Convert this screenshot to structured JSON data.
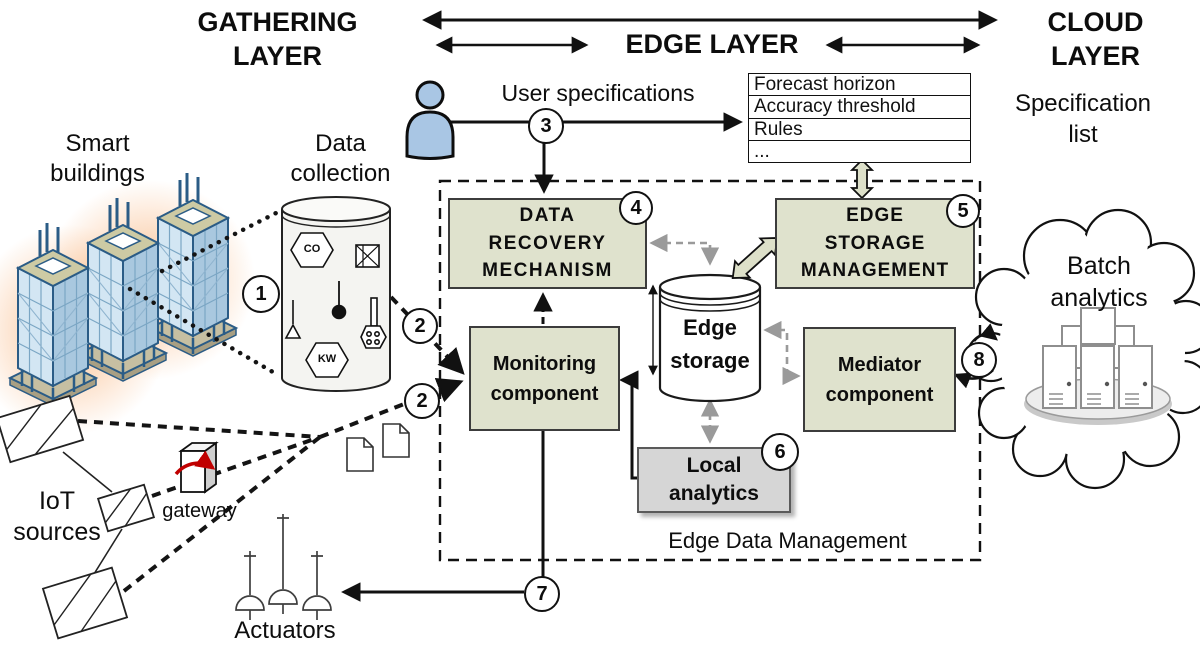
{
  "layers": {
    "gathering": "GATHERING\nLAYER",
    "edge": "EDGE LAYER",
    "cloud": "CLOUD\nLAYER"
  },
  "labels": {
    "user_specifications": "User specifications",
    "specification_list": "Specification\nlist",
    "smart_buildings": "Smart\nbuildings",
    "data_collection": "Data\ncollection",
    "iot_sources": "IoT\nsources",
    "gateway": "gateway",
    "actuators": "Actuators",
    "edge_data_management": "Edge Data Management",
    "batch_analytics": "Batch\nanalytics",
    "edge_storage": "Edge\nstorage"
  },
  "spec_list": {
    "rows": [
      "Forecast horizon",
      "Accuracy threshold",
      "Rules",
      "..."
    ]
  },
  "components": {
    "data_recovery": "DATA\nRECOVERY\nMECHANISM",
    "edge_storage_management": "EDGE\nSTORAGE\nMANAGEMENT",
    "monitoring": "Monitoring\ncomponent",
    "mediator": "Mediator\ncomponent",
    "local_analytics": "Local\nanalytics"
  },
  "steps": {
    "s1": "1",
    "s2": "2",
    "s3": "3",
    "s4": "4",
    "s5": "5",
    "s6": "6",
    "s7": "7",
    "s8": "8"
  },
  "sensors": {
    "co": "CO",
    "kw": "KW"
  },
  "colors": {
    "component_fill": "#dfe2cd",
    "local_fill": "#d6d6d6",
    "block_arrow_fill": "#dde0c9",
    "dashed_gray": "#9a9a9a"
  }
}
